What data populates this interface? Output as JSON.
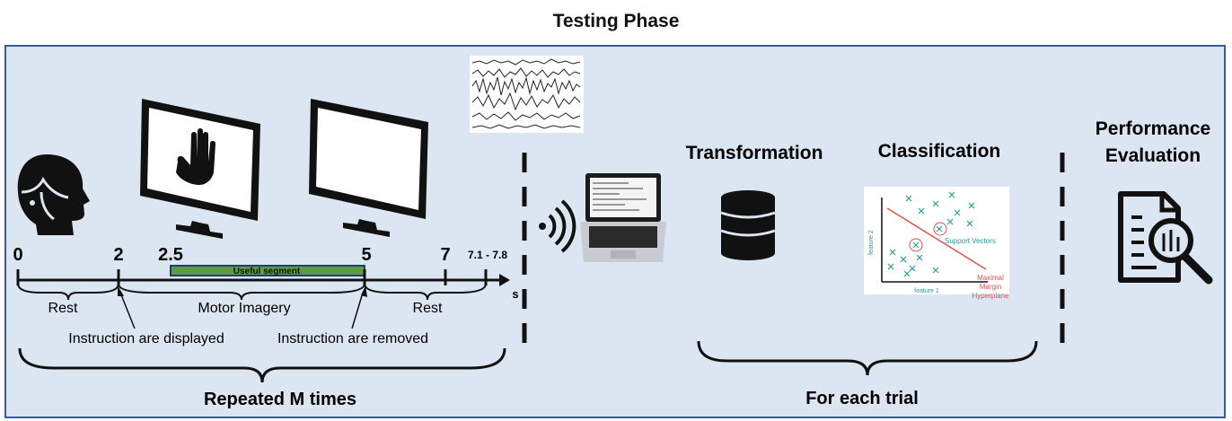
{
  "title": "Testing Phase",
  "timeline": {
    "ticks": [
      "0",
      "2",
      "2.5",
      "5",
      "7",
      "7.1 - 7.8"
    ],
    "unit": "s",
    "segment_label": "Useful segment",
    "phases": [
      "Rest",
      "Motor Imagery",
      "Rest"
    ],
    "events": [
      "Instruction are displayed",
      "Instruction are removed"
    ],
    "bottom_label": "Repeated M times"
  },
  "pipeline": {
    "transformation": "Transformation",
    "classification": "Classification",
    "bottom_label": "For each trial"
  },
  "svm_plot": {
    "support_vectors": "Support Vectors",
    "hyperplane": [
      "Maximal",
      "Margin",
      "Hyperplane"
    ],
    "xlabel": "feature 1",
    "ylabel": "feature 2"
  },
  "evaluation": [
    "Performance",
    "Evaluation"
  ],
  "colors": {
    "panel": "#dce6f2",
    "border": "#3c5a99",
    "segment": "#5e9c3f",
    "hyperplane": "#d9534f",
    "teal": "#2a9d8f"
  },
  "icons": [
    "head-icon",
    "monitor-hand-icon",
    "monitor-blank-icon",
    "eeg-signal-icon",
    "wireless-icon",
    "laptop-icon",
    "database-icon",
    "document-search-icon"
  ]
}
